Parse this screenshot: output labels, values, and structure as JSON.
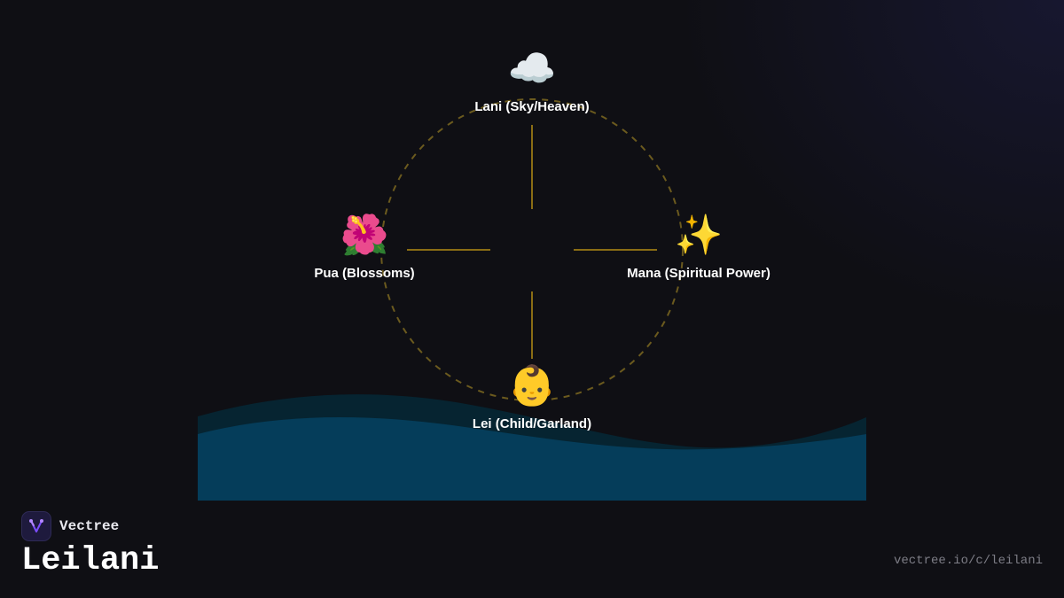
{
  "diagram": {
    "center": {
      "label": ""
    },
    "nodes": [
      {
        "id": "lani",
        "emoji": "☁️",
        "icon": "cloud-icon",
        "label": "Lani (Sky/Heaven)"
      },
      {
        "id": "pua",
        "emoji": "🌺",
        "icon": "hibiscus-icon",
        "label": "Pua (Blossoms)"
      },
      {
        "id": "mana",
        "emoji": "✨",
        "icon": "sparkles-icon",
        "label": "Mana (Spiritual Power)"
      },
      {
        "id": "lei",
        "emoji": "👶",
        "icon": "baby-icon",
        "label": "Lei (Child/Garland)"
      }
    ],
    "colors": {
      "spoke": "#8a6d14",
      "ring": "#6b5a1e",
      "wave_front": "#053d5a",
      "wave_back": "#062431"
    }
  },
  "footer": {
    "brand_name": "Vectree",
    "title": "Leilani",
    "url": "vectree.io/c/leilani"
  }
}
